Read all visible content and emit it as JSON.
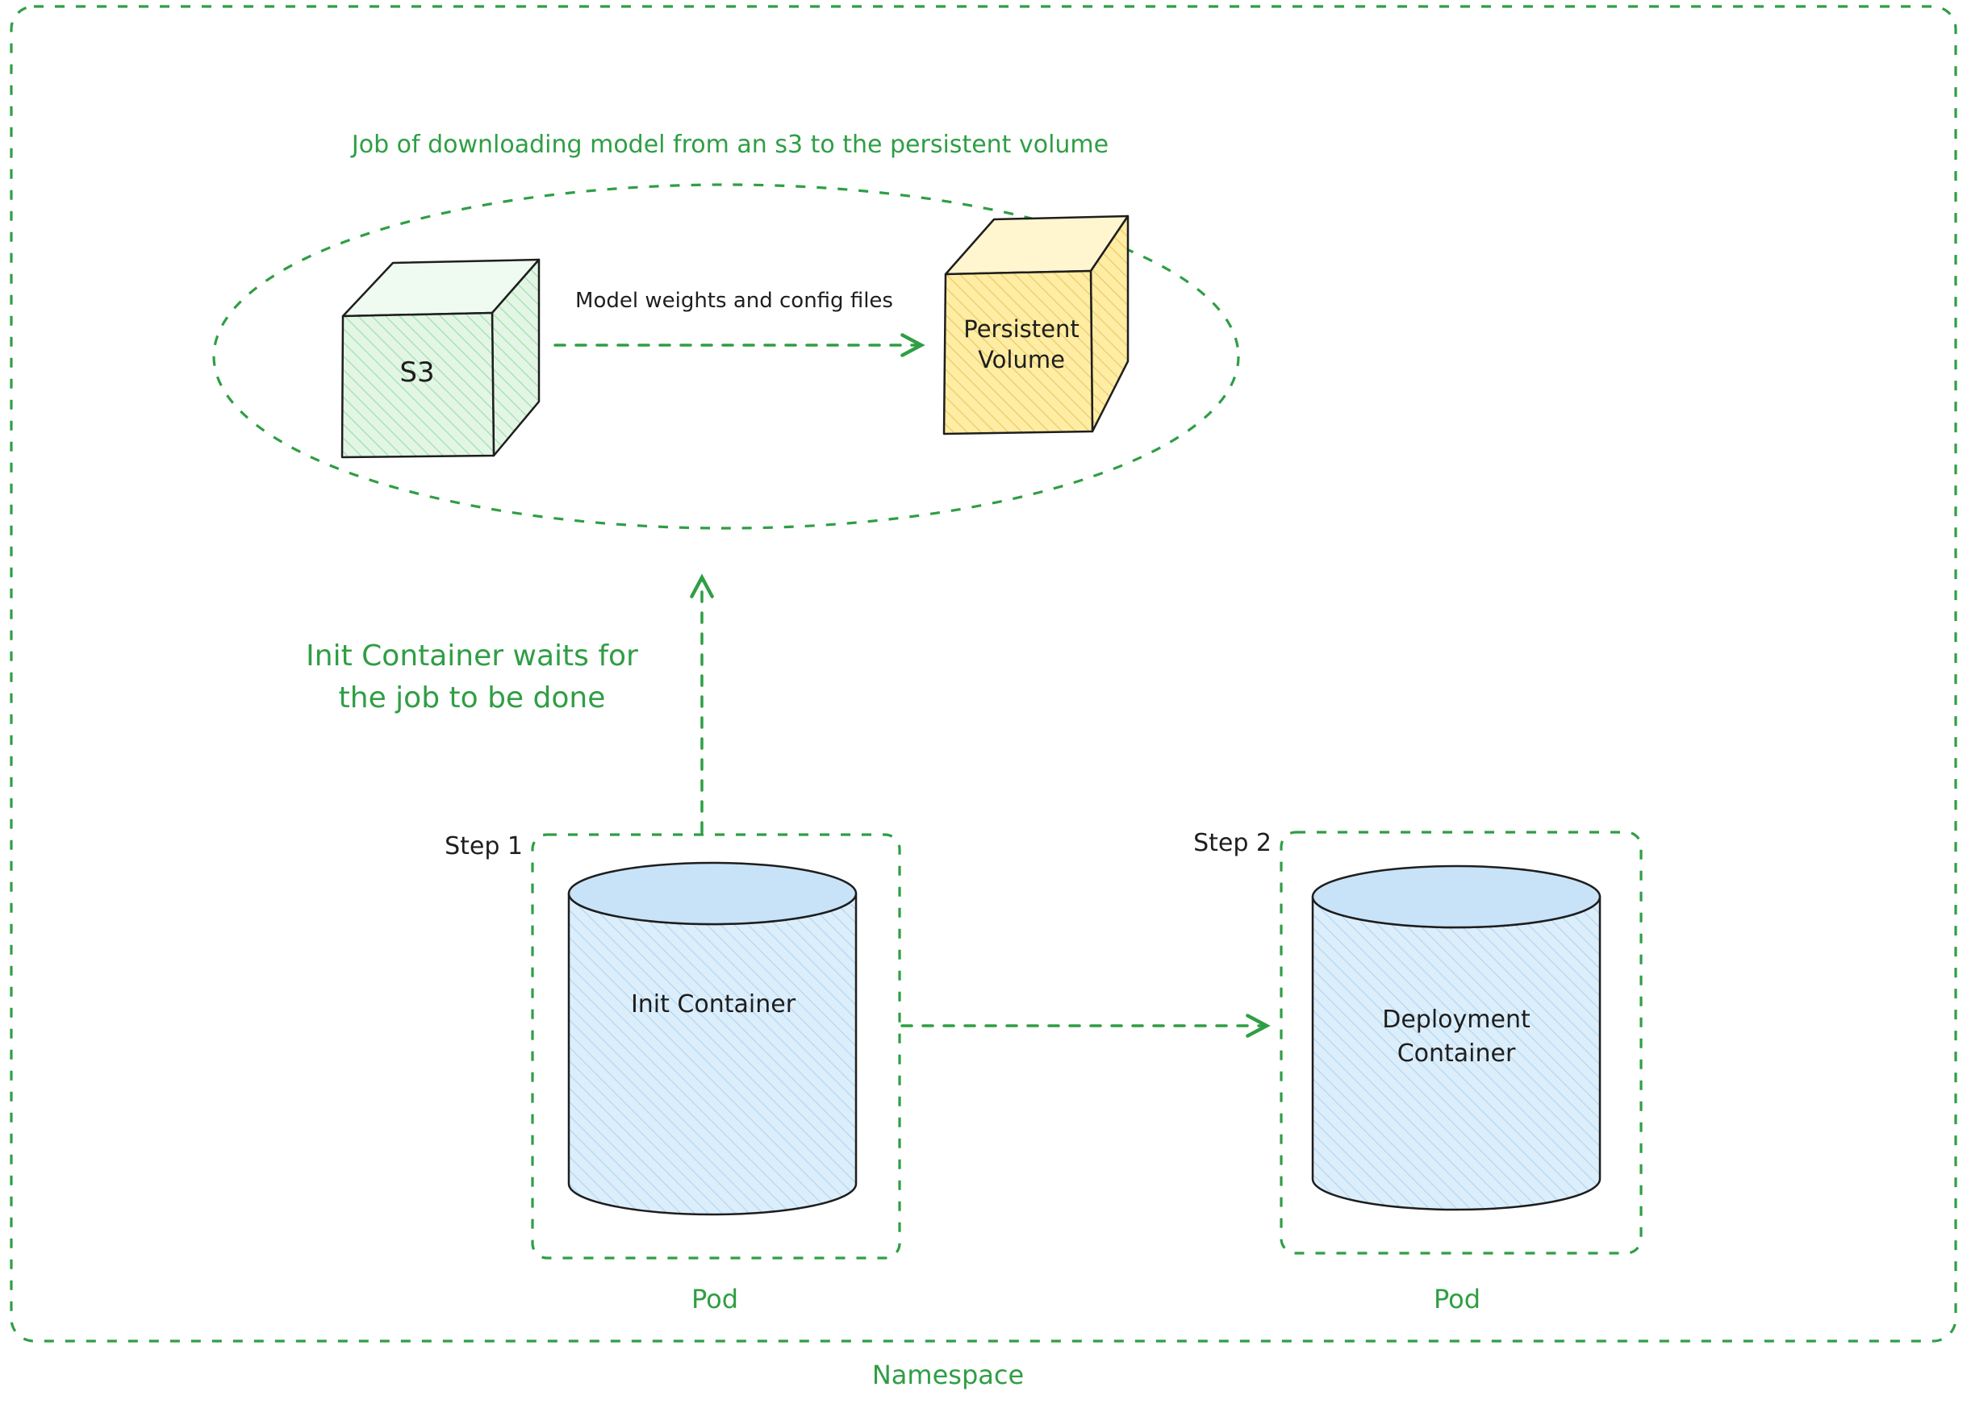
{
  "colors": {
    "accent_green": "#2f9e44",
    "ink": "#1e1e1e",
    "s3_cube_fill": "#b2f2bb",
    "persistent_volume_fill": "#ffec99",
    "container_cylinder_fill": "#a5d8ff"
  },
  "namespace": {
    "label": "Namespace"
  },
  "job_group": {
    "title": "Job of downloading model from an s3 to the persistent volume",
    "s3_label": "S3",
    "persistent_volume_label": "Persistent Volume",
    "transfer_arrow_label": "Model weights and config files"
  },
  "wait_note": {
    "line1": "Init Container waits for",
    "line2": "the job to be done"
  },
  "step1": {
    "label": "Step 1",
    "container_label": "Init Container",
    "pod_label": "Pod"
  },
  "step2": {
    "label": "Step 2",
    "container_label": "Deployment Container",
    "pod_label": "Pod"
  }
}
